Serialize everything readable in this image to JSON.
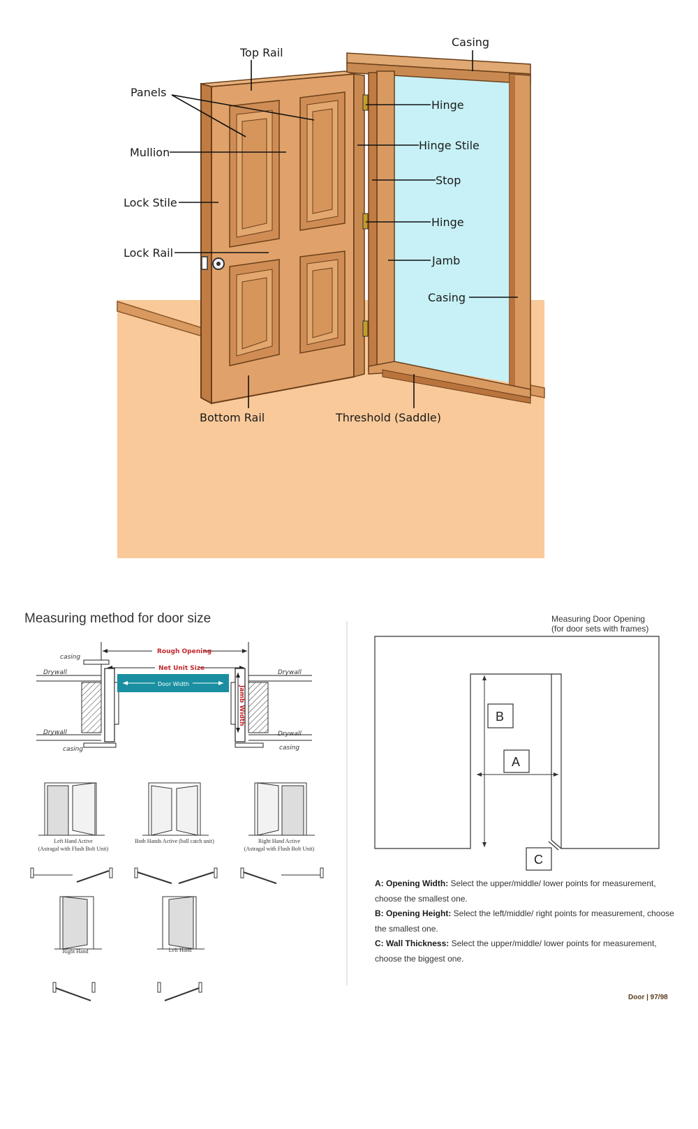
{
  "door_diagram": {
    "labels": {
      "top_rail": "Top Rail",
      "casing_top": "Casing",
      "panels": "Panels",
      "hinge_top": "Hinge",
      "mullion": "Mullion",
      "hinge_stile": "Hinge Stile",
      "stop": "Stop",
      "lock_stile": "Lock Stile",
      "hinge_mid": "Hinge",
      "lock_rail": "Lock Rail",
      "jamb": "Jamb",
      "casing_side": "Casing",
      "bottom_rail": "Bottom Rail",
      "threshold": "Threshold (Saddle)"
    },
    "colors": {
      "floor": "#f9c99a",
      "wood": "#d99a62",
      "wood_dark": "#b9733c",
      "glass": "#c7f1f6"
    }
  },
  "measuring": {
    "title": "Measuring method for door size",
    "plan": {
      "rough_opening": "Rough Opening",
      "net_unit_size": "Net Unit Size",
      "door_width": "Door Width",
      "jamb_width": "Jamb Width",
      "casing": "casing",
      "drywall": "Drywall"
    },
    "swings": [
      {
        "label": "Left Hand Active",
        "sub": "(Astragal with Flush Bolt Unit)"
      },
      {
        "label": "Both Hands Active (ball catch unit)",
        "sub": ""
      },
      {
        "label": "Right Hand Active",
        "sub": "(Astragal with Flush Bolt Unit)"
      },
      {
        "label": "Right Hand",
        "sub": ""
      },
      {
        "label": "Left Hand",
        "sub": ""
      }
    ],
    "opening": {
      "caption_line1": "Measuring Door Opening",
      "caption_line2": "(for door sets with frames)",
      "a": "A",
      "b": "B",
      "c": "C"
    },
    "notes": [
      {
        "key": "A: Opening Width:",
        "text": " Select the upper/middle/ lower points for measurement, choose the smallest one."
      },
      {
        "key": "B: Opening Height:",
        "text": " Select the left/middle/ right points for measurement, choose the smallest one."
      },
      {
        "key": "C: Wall Thickness:",
        "text": " Select the upper/middle/ lower points for measurement, choose the biggest one."
      }
    ],
    "page_number": "Door | 97/98"
  }
}
